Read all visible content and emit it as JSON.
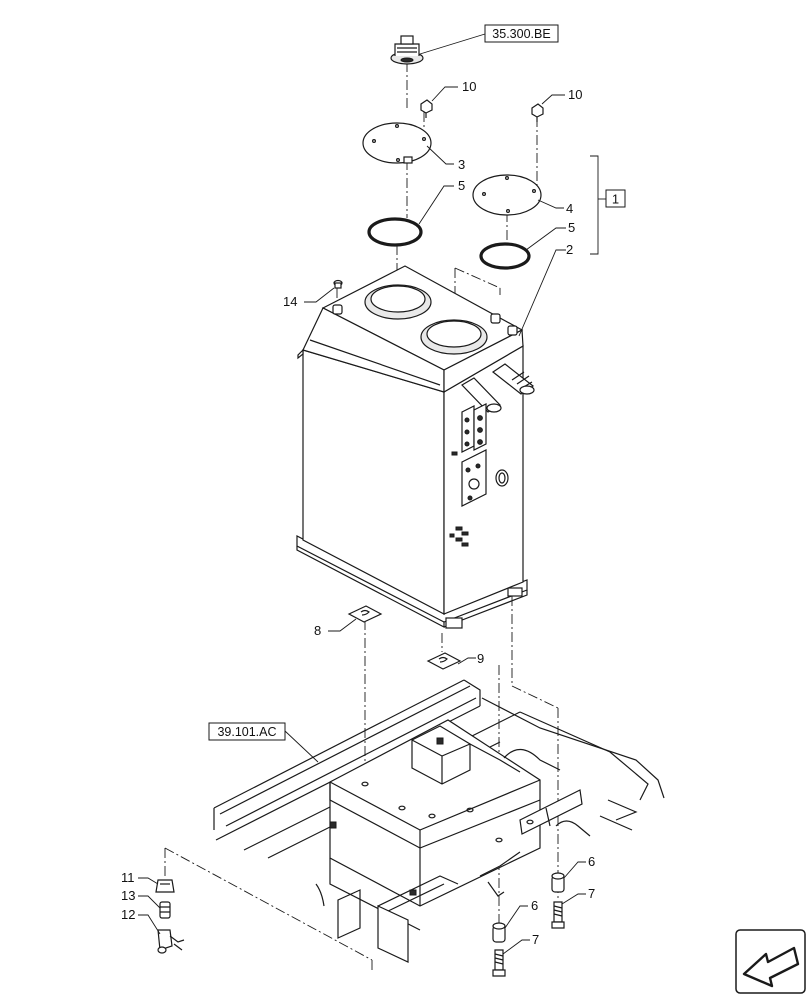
{
  "references": {
    "top": "35.300.BE",
    "frame": "39.101.AC"
  },
  "group_label": "1",
  "callouts": {
    "filler_screw_left": "10",
    "filler_screw_right": "10",
    "cover_left": "3",
    "cover_right": "4",
    "gasket_left": "5",
    "gasket_right": "5",
    "tank": "2",
    "plug_top": "14",
    "shim_left": "8",
    "shim_right": "9",
    "spacer_lower_left": "6",
    "spacer_lower_right": "6",
    "bolt_lower_left": "7",
    "bolt_lower_right": "7",
    "fitting": "11",
    "connector": "13",
    "clamp": "12"
  },
  "icons": {
    "nav": "direction-arrow-icon"
  }
}
